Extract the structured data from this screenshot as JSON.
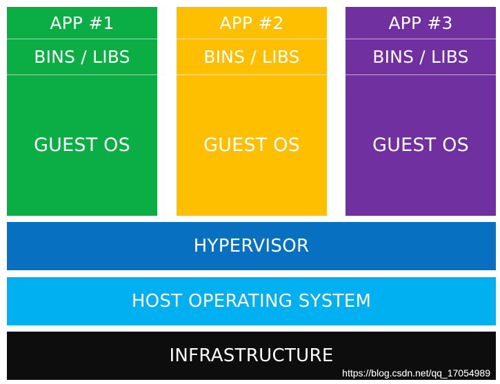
{
  "columns": [
    {
      "app": "APP #1",
      "bins": "BINS / LIBS",
      "os": "GUEST OS",
      "color": "#0aae45"
    },
    {
      "app": "APP #2",
      "bins": "BINS / LIBS",
      "os": "GUEST OS",
      "color": "#fdbf00"
    },
    {
      "app": "APP #3",
      "bins": "BINS / LIBS",
      "os": "GUEST OS",
      "color": "#7030a0"
    }
  ],
  "layers": {
    "hypervisor": {
      "label": "HYPERVISOR",
      "color": "#0870c0"
    },
    "host": {
      "label": "HOST OPERATING SYSTEM",
      "color": "#00b0f0"
    },
    "infrastructure": {
      "label": "INFRASTRUCTURE",
      "color": "#0d0d0d"
    }
  },
  "watermark": "https://blog.csdn.net/qq_17054989"
}
